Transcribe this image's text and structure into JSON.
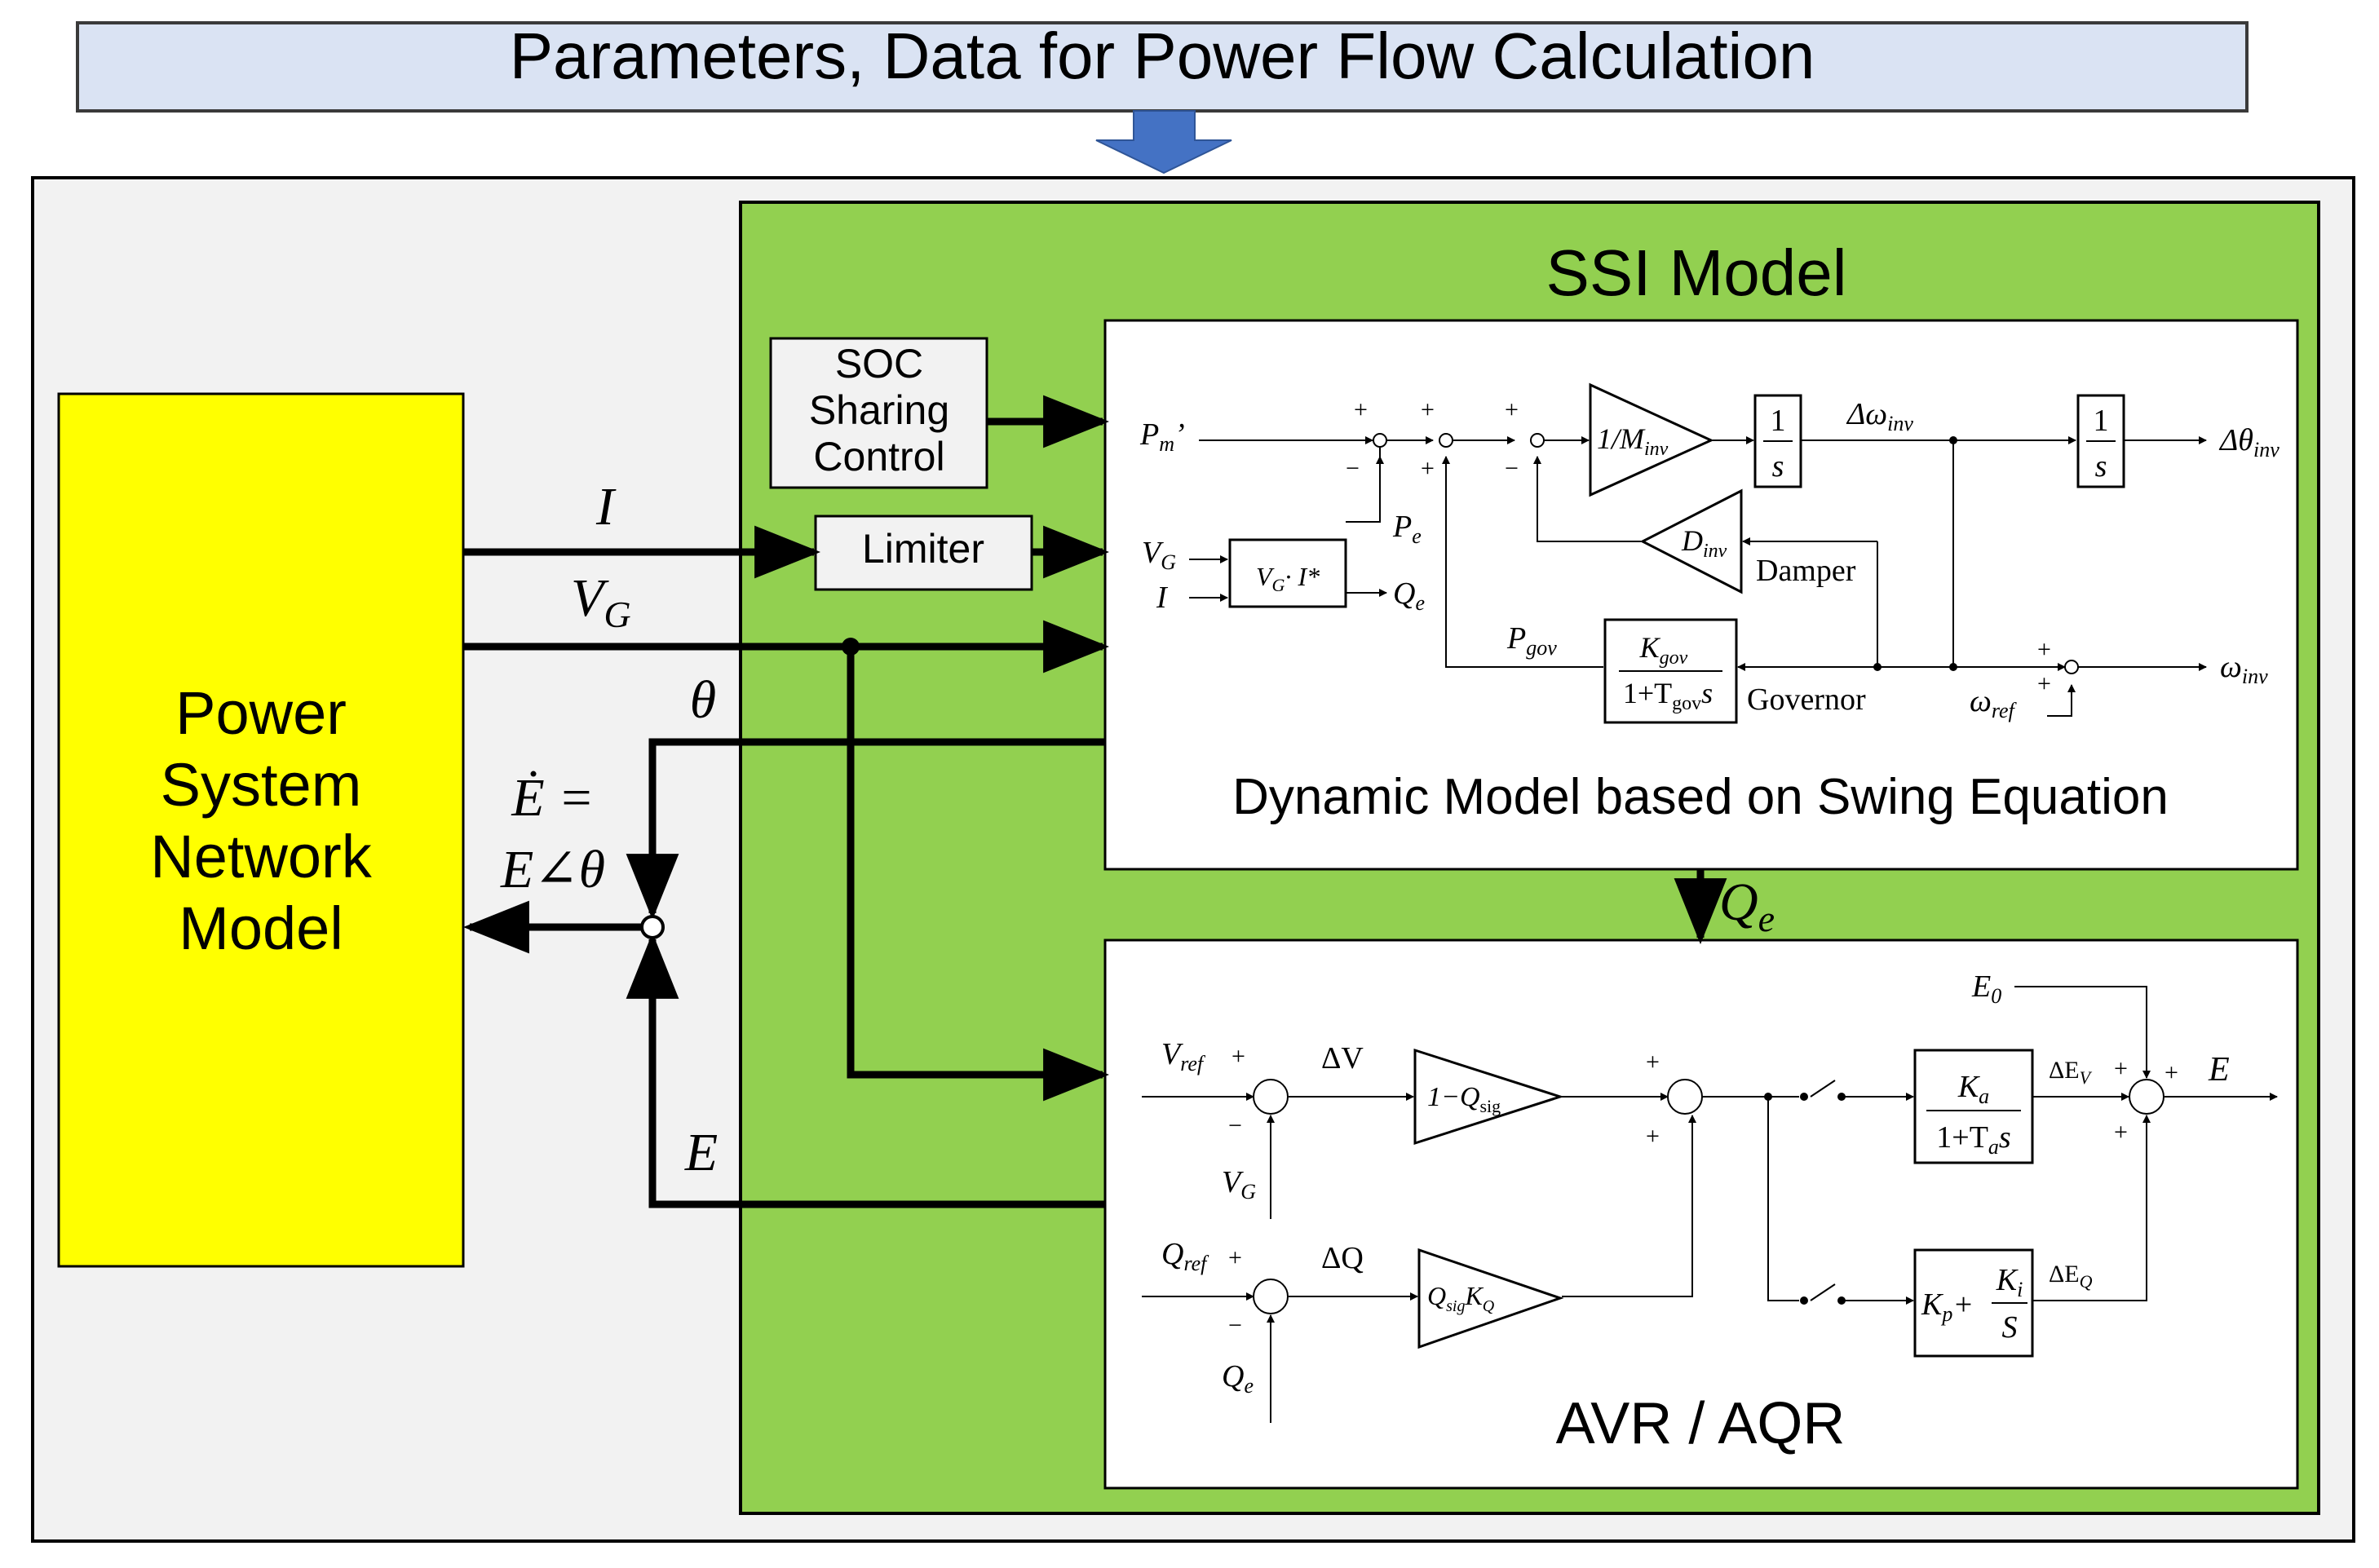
{
  "banner": {
    "text": "Parameters, Data for Power Flow Calculation"
  },
  "ssi": {
    "title": "SSI Model"
  },
  "network": {
    "line1": "Power",
    "line2": "System",
    "line3": "Network",
    "line4": "Model"
  },
  "soc": {
    "line1": "SOC",
    "line2": "Sharing",
    "line3": "Control"
  },
  "limiter": {
    "label": "Limiter"
  },
  "signals": {
    "I": "I",
    "VG": "V",
    "VG_sub": "G",
    "theta": "θ",
    "Edot_top": "Ė =",
    "Edot_bot": "E∠θ",
    "E": "E",
    "Qe": "Q",
    "Qe_sub": "e"
  },
  "swing": {
    "caption": "Dynamic Model based on Swing Equation",
    "pm": "P",
    "pm_sub": "m",
    "pm_prime": "’",
    "vg": "V",
    "vg_sub": "G",
    "i": "I",
    "vgi_v": "V",
    "vgi_sub": "G",
    "vgi_rest": "· I*",
    "pe": "P",
    "pe_sub": "e",
    "qe": "Q",
    "qe_sub": "e",
    "minv_num": "1/M",
    "minv_sub": "inv",
    "int_num": "1",
    "int_den": "s",
    "dw": "Δω",
    "dw_sub": "inv",
    "dth": "Δθ",
    "dth_sub": "inv",
    "dinv": "D",
    "dinv_sub": "inv",
    "damper": "Damper",
    "pgov": "P",
    "pgov_sub": "gov",
    "kgov": "K",
    "kgov_sub": "gov",
    "tgov_a": "1+T",
    "tgov_sub": "gov",
    "tgov_b": "s",
    "governor": "Governor",
    "wref": "ω",
    "wref_sub": "ref",
    "winv": "ω",
    "winv_sub": "inv",
    "plus": "+",
    "minus": "−"
  },
  "avr": {
    "caption": "AVR / AQR",
    "vref": "V",
    "vref_sub": "ref",
    "dv": "ΔV",
    "vg": "V",
    "vg_sub": "G",
    "qsig1_a": "1−Q",
    "qsig1_sub": "sig",
    "qref": "Q",
    "qref_sub": "ref",
    "dq": "ΔQ",
    "qe": "Q",
    "qe_sub": "e",
    "qsig2_a": "Q",
    "qsig2_sub": "sig",
    "qsig2_b": "K",
    "qsig2_sub2": "Q",
    "ka": "K",
    "ka_sub": "a",
    "ta_a": "1+T",
    "ta_sub": "a",
    "ta_b": "s",
    "kp": "K",
    "kp_sub": "p",
    "kp_plus": "+",
    "ki": "K",
    "ki_sub": "i",
    "ki_den": "S",
    "e0": "E",
    "e0_sub": "0",
    "dev": "ΔE",
    "dev_sub": "V",
    "deq": "ΔE",
    "deq_sub": "Q",
    "e": "E",
    "plus": "+",
    "minus": "−"
  },
  "colors": {
    "banner_fill": "#dae3f3",
    "banner_border": "#3a3a3a",
    "arrow_fill": "#4472c4",
    "outer_fill": "#f2f2f2",
    "green_fill": "#92d050",
    "yellow_fill": "#ffff00",
    "grey_box": "#f2f2f2",
    "line": "#000000"
  }
}
